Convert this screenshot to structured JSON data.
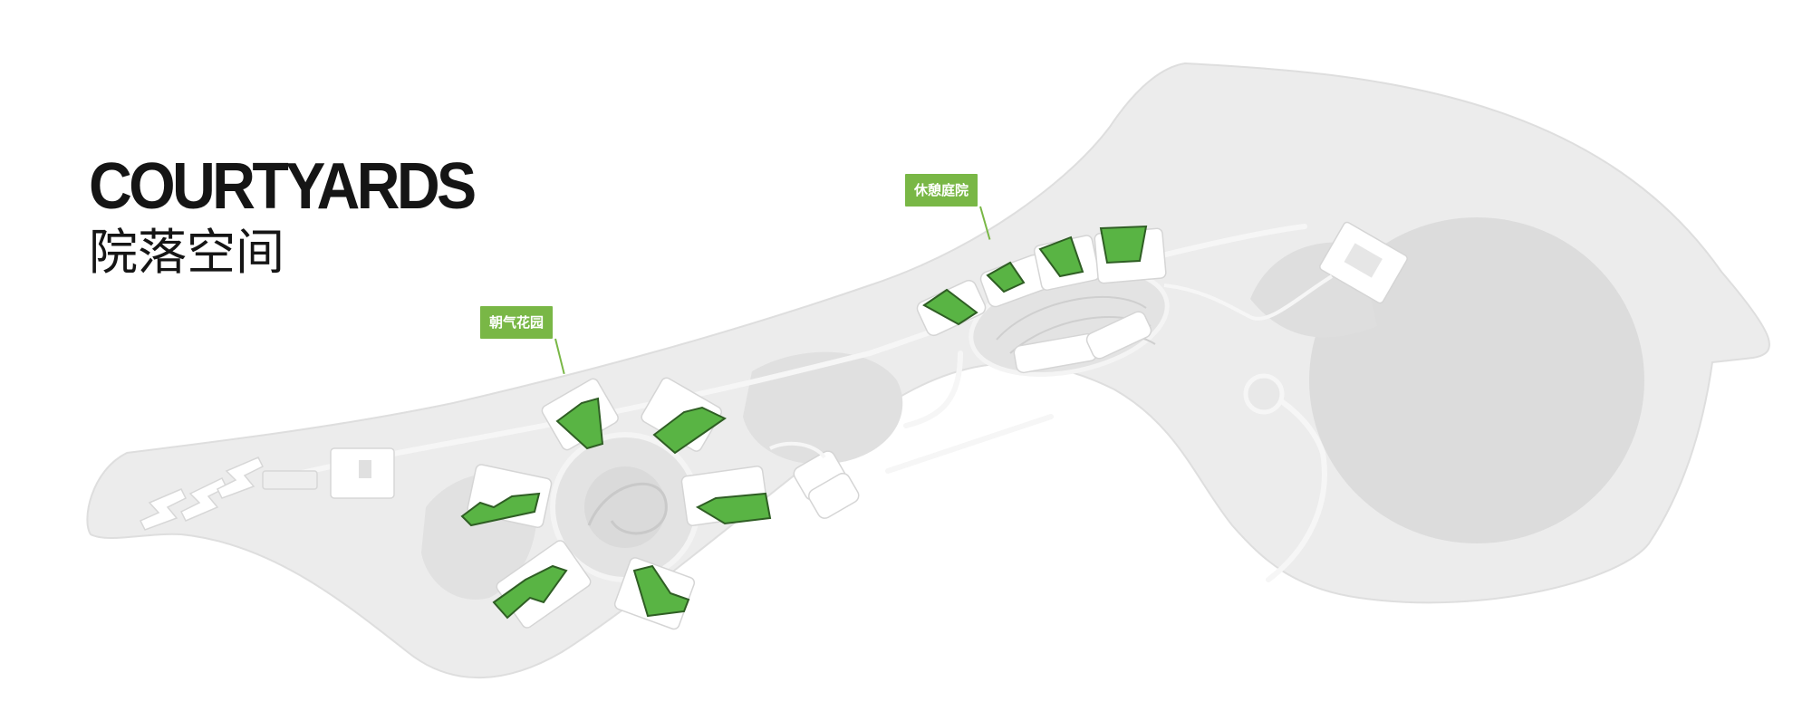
{
  "title": {
    "english": "COURTYARDS",
    "chinese": "院落空间"
  },
  "labels": [
    {
      "name": "vigor-garden",
      "text": "朝气花园"
    },
    {
      "name": "leisure-courtyard",
      "text": "休憩庭院"
    }
  ],
  "colors": {
    "courtyard_fill": "#59b444",
    "label_background": "#79b746",
    "site_surface": "#e9e9e9",
    "lawn": "#dcdcdc",
    "building": "#ffffff",
    "title_text": "#151515"
  }
}
